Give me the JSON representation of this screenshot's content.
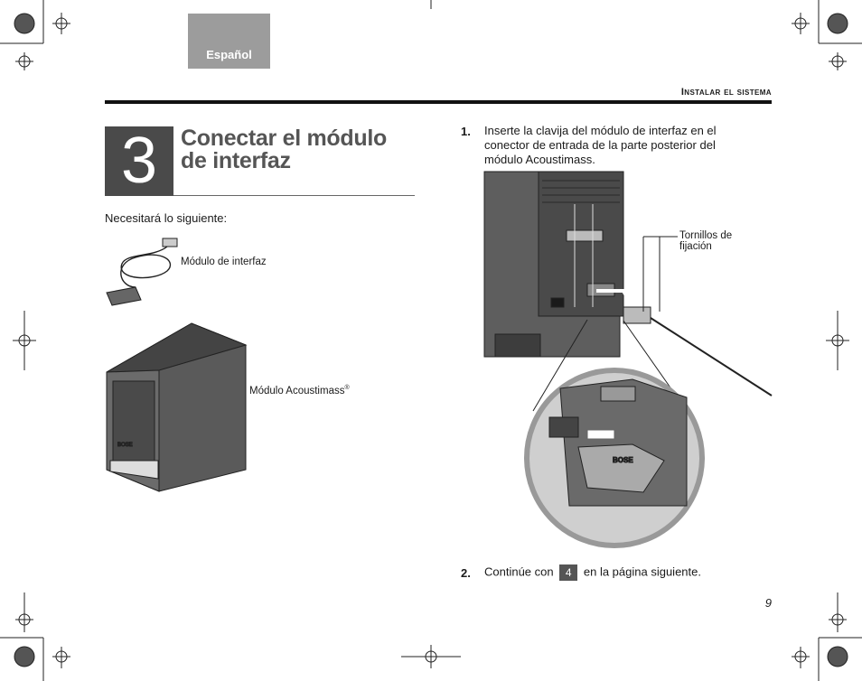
{
  "header": {
    "language_tab": "Español",
    "section_title": "Instalar el sistema"
  },
  "step": {
    "number": "3",
    "title": "Conectar el módulo de interfaz"
  },
  "left": {
    "needs_label": "Necesitará lo siguiente:",
    "interface_module_label": "Módulo de interfaz",
    "acoustimass_label": "Módulo Acoustimass",
    "registered_mark": "®"
  },
  "instructions": [
    {
      "number": "1.",
      "text": "Inserte la clavija del módulo de interfaz en el conector de entrada de la parte posterior del módulo Acoustimass."
    },
    {
      "number": "2.",
      "text_before": "Continúe con",
      "ref": "4",
      "text_after": "en la página siguiente."
    }
  ],
  "figure": {
    "callout": "Tornillos de fijación",
    "brand_mark": "BOSE"
  },
  "footer": {
    "page_number": "9"
  }
}
